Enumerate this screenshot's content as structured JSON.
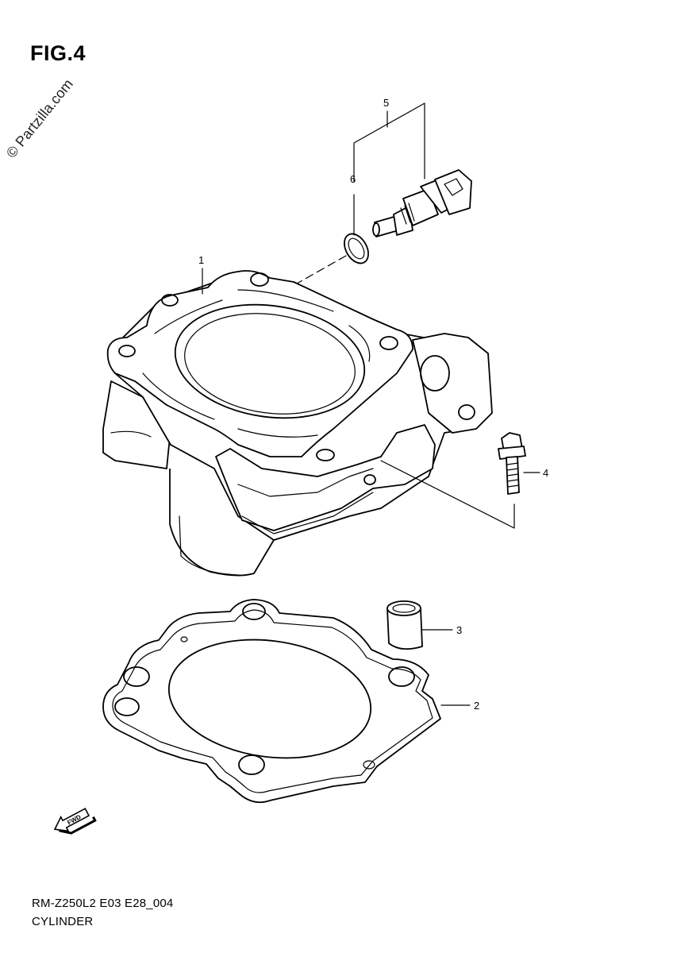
{
  "figure": {
    "title": "FIG.4",
    "watermark": "© Partzilla.com",
    "fwd_label": "FWD"
  },
  "callouts": [
    {
      "id": "1",
      "text": "1"
    },
    {
      "id": "2",
      "text": "2"
    },
    {
      "id": "3",
      "text": "3"
    },
    {
      "id": "4",
      "text": "4"
    },
    {
      "id": "5",
      "text": "5"
    },
    {
      "id": "6",
      "text": "6"
    }
  ],
  "footer": {
    "model_code": "RM-Z250L2 E03 E28_004",
    "part_name": "CYLINDER"
  }
}
